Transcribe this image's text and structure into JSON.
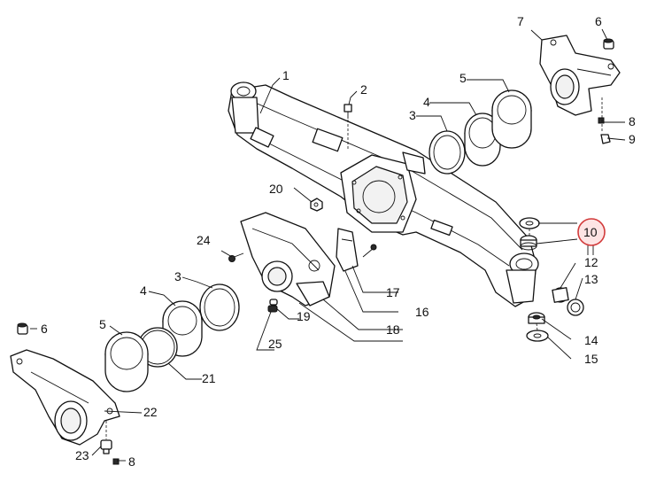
{
  "callouts": {
    "c1": "1",
    "c2": "2",
    "c3a": "3",
    "c3b": "3",
    "c4a": "4",
    "c4b": "4",
    "c5a": "5",
    "c5b": "5",
    "c6a": "6",
    "c6b": "6",
    "c7": "7",
    "c8a": "8",
    "c8b": "8",
    "c9": "9",
    "c10": "10",
    "c12": "12",
    "c13": "13",
    "c14": "14",
    "c15": "15",
    "c16": "16",
    "c17": "17",
    "c18": "18",
    "c19": "19",
    "c20": "20",
    "c21": "21",
    "c22": "22",
    "c23": "23",
    "c24": "24",
    "c25": "25"
  },
  "highlighted_callout": "10",
  "colors": {
    "highlight_stroke": "#d23a3a",
    "highlight_fill": "#fde4e4",
    "line": "#111111"
  }
}
